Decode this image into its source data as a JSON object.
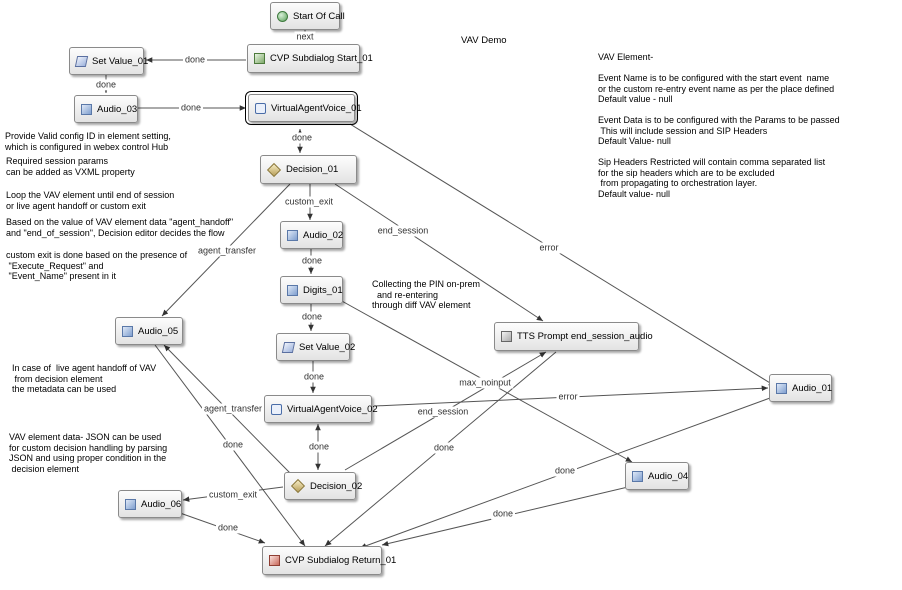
{
  "diagram": {
    "title": "VAV Demo",
    "nodes": {
      "start": "Start Of Call",
      "sub_start": "CVP Subdialog Start_01",
      "setval1": "Set Value_01",
      "audio3": "Audio_03",
      "vav1": "VirtualAgentVoice_01",
      "decision1": "Decision_01",
      "audio2": "Audio_02",
      "digits1": "Digits_01",
      "audio5": "Audio_05",
      "setval2": "Set Value_02",
      "tts": "TTS Prompt end_session_audio",
      "audio1": "Audio_01",
      "vav2": "VirtualAgentVoice_02",
      "decision2": "Decision_02",
      "audio4": "Audio_04",
      "audio6": "Audio_06",
      "sub_return": "CVP Subdialog Return_01"
    },
    "edge_labels": {
      "next": "next",
      "done": "done",
      "custom_exit": "custom_exit",
      "end_session": "end_session",
      "error": "error",
      "agent_transfer": "agent_transfer",
      "max_noinput": "max_noinput"
    },
    "notes": {
      "config": "Provide Valid config ID in element setting,\nwhich is configured in webex control Hub",
      "session": "Required session params\ncan be added as VXML property",
      "loop": "Loop the VAV element until end of session\nor live agent handoff or custom exit",
      "based": "Based on the value of VAV element data \"agent_handoff\"\nand \"end_of_session\", Decision editor decides the flow",
      "custom": "custom exit is done based on the presence of\n \"Execute_Request\" and\n \"Event_Name\" present in it",
      "pin": "Collecting the PIN on-prem\n  and re-entering\nthrough diff VAV element",
      "handoff": "In case of  live agent handoff of VAV\n from decision element\nthe metadata can be used",
      "json": "VAV element data- JSON can be used\nfor custom decision handling by parsing\nJSON and using proper condition in the\n decision element",
      "vav_element": "VAV Element-\n\nEvent Name is to be configured with the start event  name\nor the custom re-entry event name as per the place defined\nDefault value - null\n\nEvent Data is to be configured with the Params to be passed\n This will include session and SIP Headers\nDefault Value- null\n\nSip Headers Restricted will contain comma separated list\nfor the sip headers which are to be excluded\n from propagating to orchestration layer.\nDefault value- null"
    }
  }
}
